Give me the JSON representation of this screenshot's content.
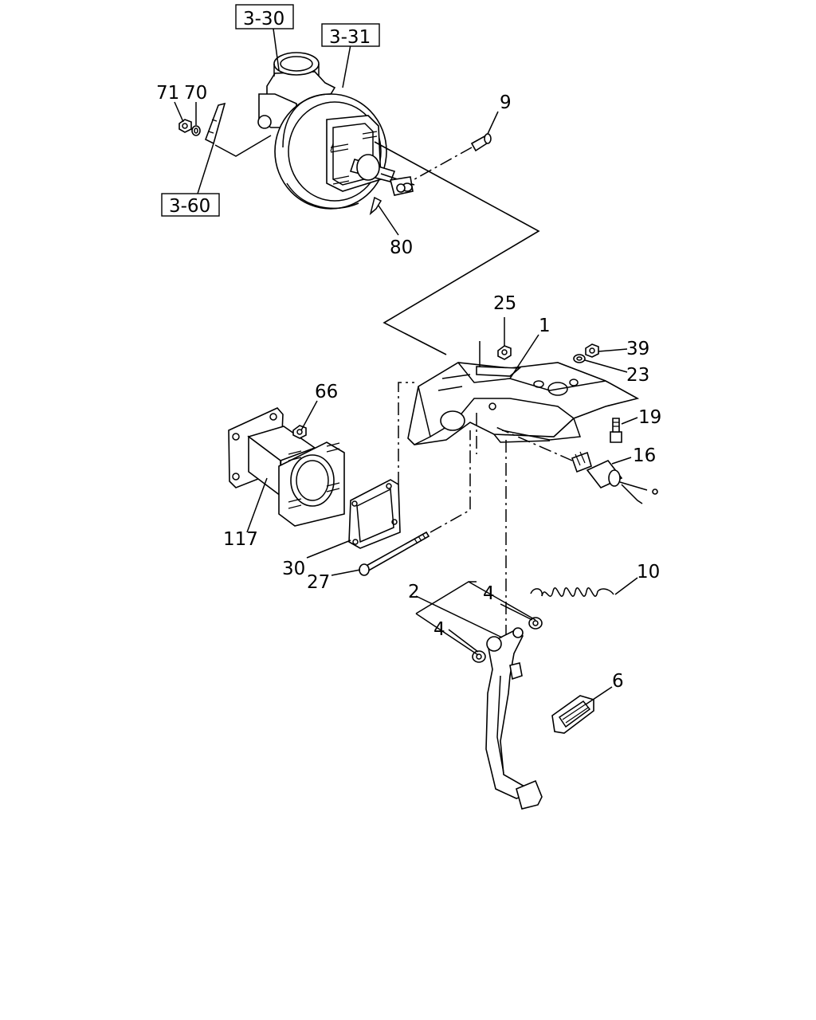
{
  "callouts": {
    "ref_3_30": "3-30",
    "ref_3_31": "3-31",
    "ref_3_60": "3-60",
    "p71": "71",
    "p70": "70",
    "p9": "9",
    "p80": "80",
    "p25": "25",
    "p1": "1",
    "p39": "39",
    "p23": "23",
    "p19": "19",
    "p16": "16",
    "p66": "66",
    "p117": "117",
    "p30": "30",
    "p27": "27",
    "p10": "10",
    "p2": "2",
    "p4a": "4",
    "p4b": "4",
    "p6": "6"
  }
}
